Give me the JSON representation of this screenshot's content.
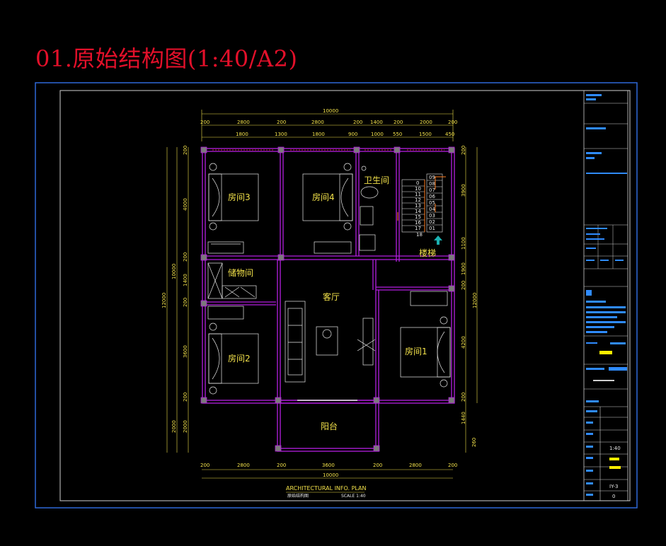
{
  "page": {
    "title": "01.原始结构图(1:40/A2)"
  },
  "dimensions": {
    "top_total": "10000",
    "top_row1": [
      "200",
      "2800",
      "200",
      "2800",
      "200",
      "1400",
      "200",
      "2000",
      "200"
    ],
    "top_row2": [
      "1800",
      "1300",
      "1800",
      "900",
      "1000",
      "550",
      "1500",
      "450"
    ],
    "bottom_total": "10000",
    "bottom_row": [
      "200",
      "2800",
      "200",
      "3600",
      "200",
      "2800",
      "200"
    ],
    "left_total": "12000",
    "left_sub": "10000",
    "left_row": [
      "200",
      "4000",
      "200",
      "1400",
      "200",
      "3600",
      "200"
    ],
    "left_bottom": [
      "2000",
      "2000"
    ],
    "right_row": [
      "200",
      "3900",
      "1100",
      "1900",
      "200",
      "4200",
      "200"
    ],
    "right_total": "12000",
    "right_bottom": [
      "1440",
      "260"
    ]
  },
  "rooms": {
    "room3": "房间3",
    "room4": "房间4",
    "bathroom": "卫生间",
    "stairs": "楼梯",
    "storage": "储物间",
    "living": "客厅",
    "room2": "房间2",
    "room1": "房间1",
    "balcony": "阳台"
  },
  "stair_numbers": {
    "left": [
      "0",
      "10",
      "11",
      "12",
      "13",
      "14",
      "15",
      "16",
      "17",
      "18"
    ],
    "right": [
      "09",
      "08",
      "07",
      "06",
      "05",
      "04",
      "03",
      "02",
      "01"
    ]
  },
  "caption": {
    "main": "ARCHITECTURAL INFO. PLAN",
    "sub_left": "原始结构图",
    "sub_right": "SCALE 1:40"
  },
  "title_block": {
    "scale": "1:40",
    "sheet": "IY-3",
    "number": "0"
  },
  "colors": {
    "title": "#e3102a",
    "frame": "#2f68d8",
    "wall": "#b41ee0",
    "dimension": "#f2e14a",
    "furniture": "#e8e8e8",
    "stairs_accent": "#ff7a1a"
  }
}
